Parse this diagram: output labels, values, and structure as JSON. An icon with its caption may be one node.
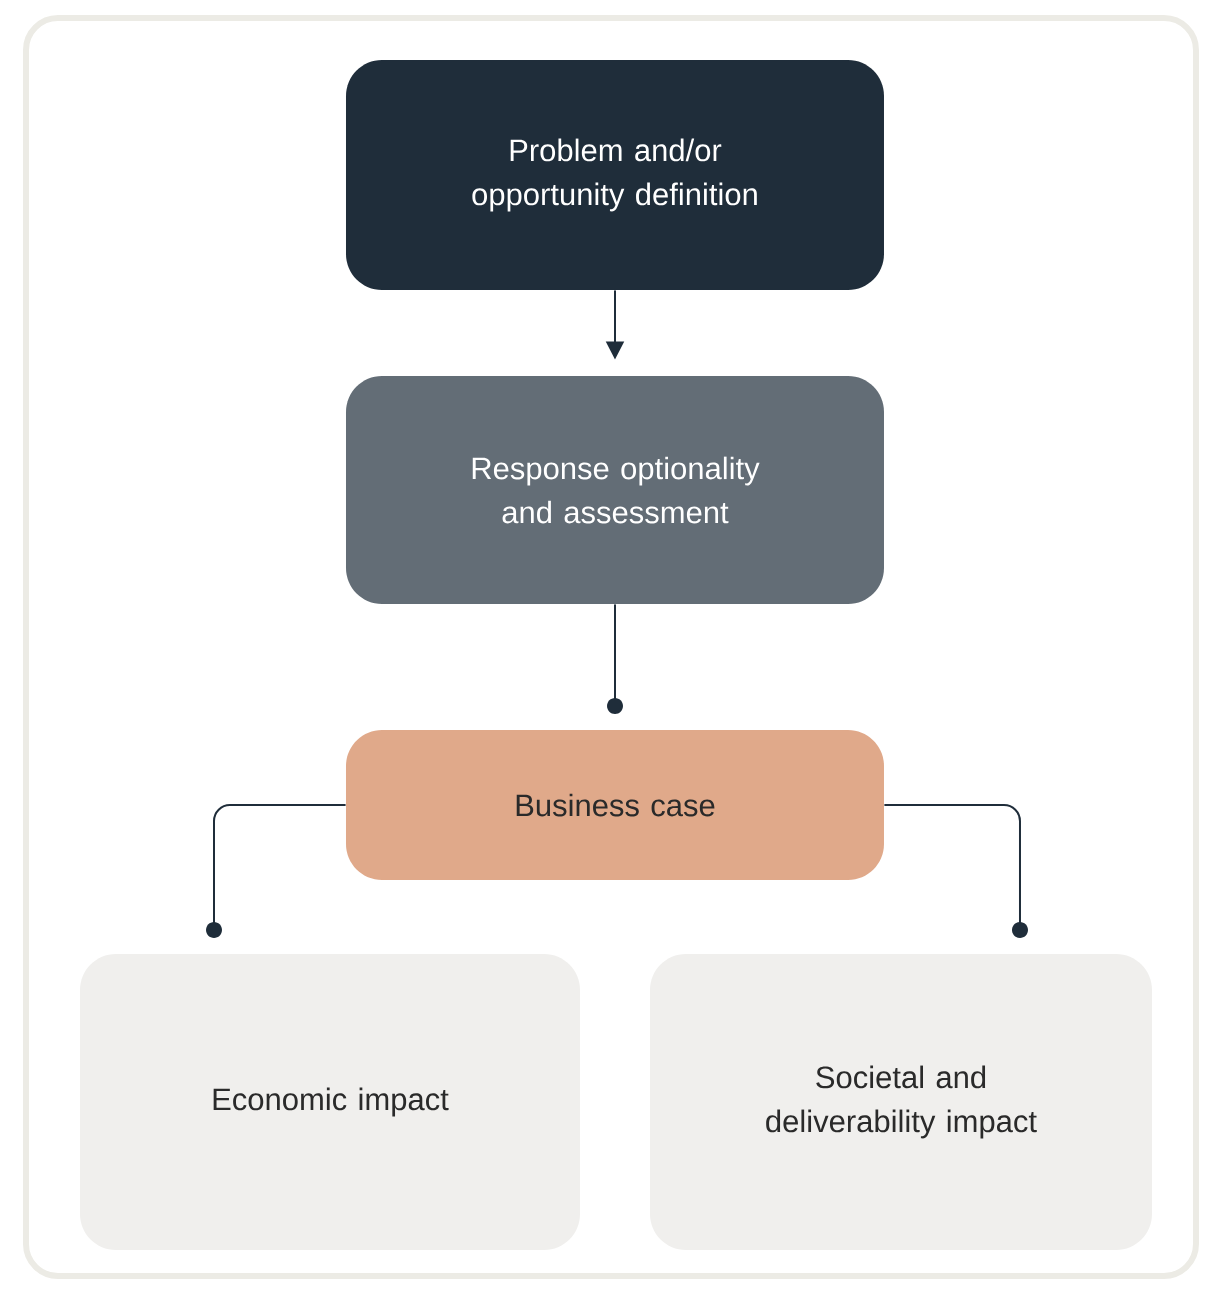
{
  "diagram": {
    "nodes": [
      {
        "text": [
          "Problem and/or opportunity definition"
        ]
      },
      {
        "text": [
          "Response optionality and assessment"
        ]
      },
      {
        "text": [
          "Business case"
        ]
      },
      {
        "text": [
          "Economic impact"
        ]
      },
      {
        "text": [
          "Societal and deliverability impact"
        ]
      }
    ],
    "edges": [
      {
        "from": 0,
        "to": 1,
        "arrow": "to"
      },
      {
        "from": 1,
        "to": 2,
        "arrow": "other"
      },
      {
        "from": 2,
        "to": 3,
        "arrow": "other"
      },
      {
        "from": 2,
        "to": 4,
        "arrow": "other"
      }
    ]
  }
}
